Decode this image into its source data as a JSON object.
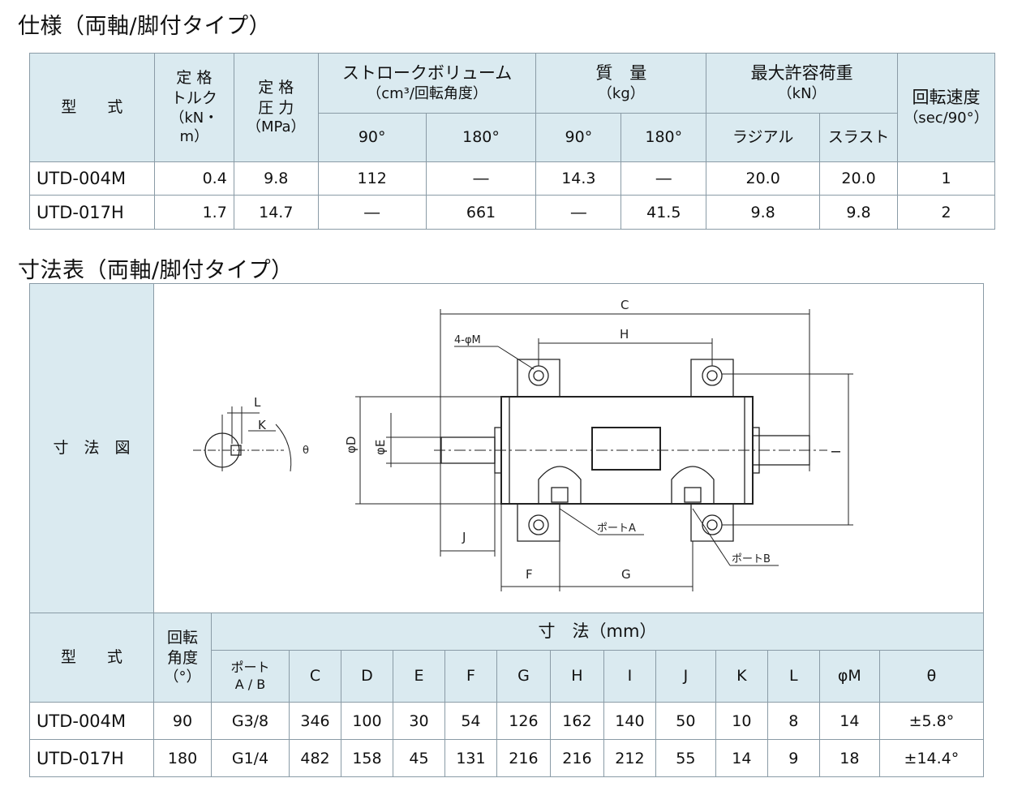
{
  "heading_spec": "仕様（両軸/脚付タイプ）",
  "heading_dims": "寸法表（両軸/脚付タイプ）",
  "spec_table": {
    "h_model": "型　　式",
    "h_torque_l1": "定 格",
    "h_torque_l2": "トルク",
    "h_torque_l3": "（kN・",
    "h_torque_l4": "m）",
    "h_pressure_l1": "定 格",
    "h_pressure_l2": "圧 力",
    "h_pressure_l3": "（MPa）",
    "h_stroke": "ストロークボリューム",
    "h_stroke_unit": "（cm³/回転角度）",
    "h_mass": "質　量",
    "h_mass_unit": "（kg）",
    "h_load": "最大許容荷重",
    "h_load_unit": "（kN）",
    "h_speed": "回転速度",
    "h_speed_unit": "（sec/90°）",
    "h_90a": "90°",
    "h_180a": "180°",
    "h_90b": "90°",
    "h_180b": "180°",
    "h_radial": "ラジアル",
    "h_thrust": "スラスト",
    "rows": [
      {
        "model": "UTD-004M",
        "torque": "0.4",
        "pressure": "9.8",
        "sv90": "112",
        "sv180": "―",
        "m90": "14.3",
        "m180": "―",
        "radial": "20.0",
        "thrust": "20.0",
        "speed": "1"
      },
      {
        "model": "UTD-017H",
        "torque": "1.7",
        "pressure": "14.7",
        "sv90": "―",
        "sv180": "661",
        "m90": "―",
        "m180": "41.5",
        "radial": "9.8",
        "thrust": "9.8",
        "speed": "2"
      }
    ]
  },
  "dims_table": {
    "h_figure": "寸　法　図",
    "h_model": "型　　式",
    "h_angle_l1": "回転",
    "h_angle_l2": "角度",
    "h_angle_l3": "（°）",
    "h_dims": "寸　法（mm）",
    "h_port_l1": "ポート",
    "h_port_l2": "A / B",
    "cols": [
      "C",
      "D",
      "E",
      "F",
      "G",
      "H",
      "I",
      "J",
      "K",
      "L",
      "φM",
      "θ"
    ],
    "rows": [
      {
        "model": "UTD-004M",
        "angle": "90",
        "port": "G3/8",
        "vals": [
          "346",
          "100",
          "30",
          "54",
          "126",
          "162",
          "140",
          "50",
          "10",
          "8",
          "14",
          "±5.8°"
        ]
      },
      {
        "model": "UTD-017H",
        "angle": "180",
        "port": "G1/4",
        "vals": [
          "482",
          "158",
          "45",
          "131",
          "216",
          "216",
          "212",
          "55",
          "14",
          "9",
          "18",
          "±14.4°"
        ]
      }
    ]
  },
  "drawing": {
    "C": "C",
    "H": "H",
    "M": "4-φM",
    "L": "L",
    "K": "K",
    "theta": "θ",
    "D": "φD",
    "E": "φE",
    "I": "I",
    "J": "J",
    "F": "F",
    "G": "G",
    "port_a": "ポートA",
    "port_b": "ポートB"
  }
}
